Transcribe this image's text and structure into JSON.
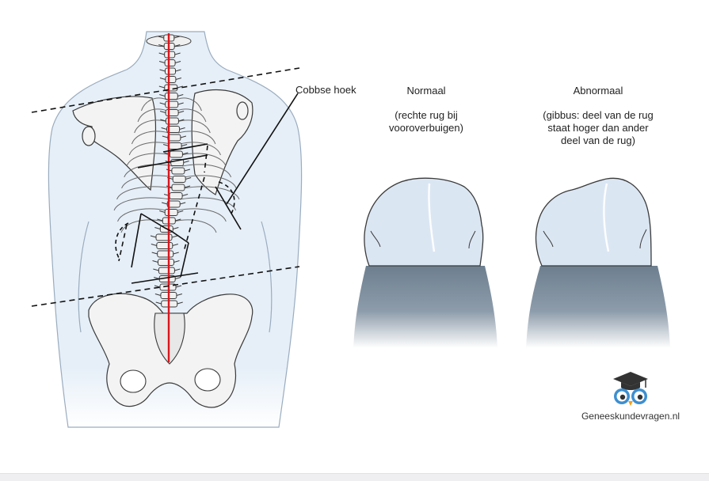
{
  "labels": {
    "cobb_angle": "Cobbse hoek",
    "normal_title": "Normaal",
    "normal_desc_1": "(rechte rug bij",
    "normal_desc_2": "vooroverbuigen)",
    "abnormal_title": "Abnormaal",
    "abnormal_desc_1": "(gibbus: deel van de rug",
    "abnormal_desc_2": "staat hoger dan ander",
    "abnormal_desc_3": "deel van de rug)"
  },
  "brand": {
    "name": "Geneeskundevragen.nl",
    "icon": "graduation-owl-icon"
  },
  "colors": {
    "body_fill": "#e3edf7",
    "body_stroke": "#8fa2b5",
    "bone_fill": "#f2f2f2",
    "bone_stroke": "#3a3a3a",
    "midline": "#d9161c",
    "back_skin": "#dbe6f3",
    "shirt": "#6d7f8f",
    "owl_blue": "#3d8fd0",
    "cap": "#333333"
  }
}
